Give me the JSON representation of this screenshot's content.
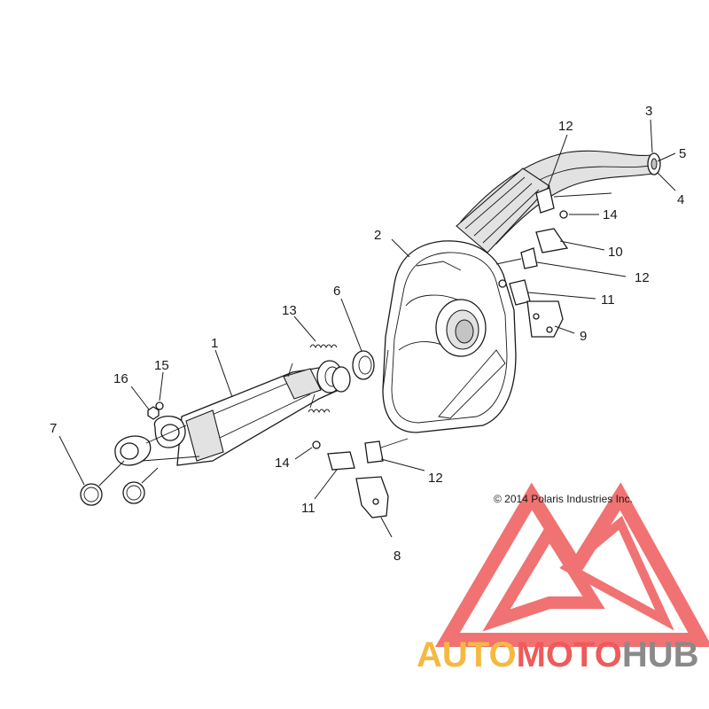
{
  "callouts": {
    "c1": "1",
    "c2": "2",
    "c3": "3",
    "c4": "4",
    "c5": "5",
    "c6": "6",
    "c7": "7",
    "c8": "8",
    "c9": "9",
    "c10": "10",
    "c11a": "11",
    "c11b": "11",
    "c12a": "12",
    "c12b": "12",
    "c12c": "12",
    "c13": "13",
    "c14a": "14",
    "c14b": "14",
    "c15": "15",
    "c16": "16"
  },
  "copyright": "© 2014 Polaris Industries Inc.",
  "watermark": {
    "word_part1": "AUTO",
    "word_part2": "MOTO",
    "word_part3": "HUB",
    "color_orange": "#f5b942",
    "color_red": "#ef5a5a",
    "color_gray": "#8a8a8a"
  }
}
